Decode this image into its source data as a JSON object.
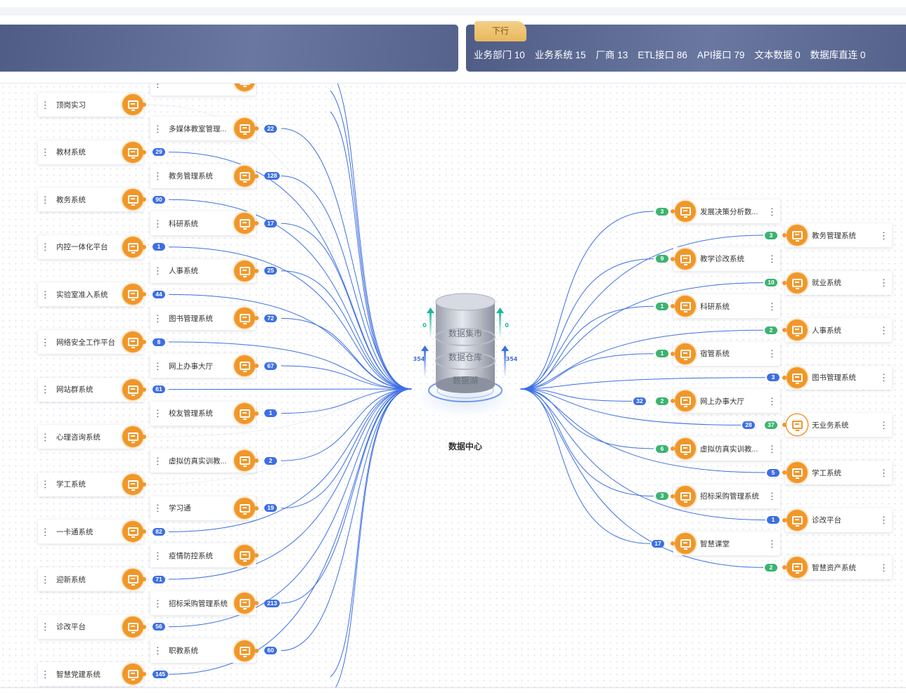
{
  "header": {
    "badge": "下行",
    "stats": [
      {
        "label": "业务部门",
        "value": "10"
      },
      {
        "label": "业务系统",
        "value": "15"
      },
      {
        "label": "厂商",
        "value": "13"
      },
      {
        "label": "ETL接口",
        "value": "86"
      },
      {
        "label": "API接口",
        "value": "79"
      },
      {
        "label": "文本数据",
        "value": "0"
      },
      {
        "label": "数据库直连",
        "value": "0"
      }
    ]
  },
  "center": {
    "label": "数据中心",
    "layers": [
      "数据集市",
      "数据仓库",
      "数据湖"
    ],
    "left_up": "0",
    "right_up": "0",
    "left_in": "354",
    "right_in": "354"
  },
  "left_col1": [
    {
      "name": "顶岗实习",
      "count": ""
    },
    {
      "name": "教材系统",
      "count": "29"
    },
    {
      "name": "教务系统",
      "count": "90"
    },
    {
      "name": "内控一体化平台",
      "count": "1"
    },
    {
      "name": "实验室准入系统",
      "count": "44"
    },
    {
      "name": "网络安全工作平台",
      "count": "8"
    },
    {
      "name": "网站群系统",
      "count": "61"
    },
    {
      "name": "心理咨询系统",
      "count": ""
    },
    {
      "name": "学工系统",
      "count": ""
    },
    {
      "name": "一卡通系统",
      "count": "82"
    },
    {
      "name": "迎新系统",
      "count": "71"
    },
    {
      "name": "诊改平台",
      "count": "56"
    },
    {
      "name": "智慧党建系统",
      "count": "145"
    }
  ],
  "left_col2": [
    {
      "name": "多媒体教室管理...",
      "count": "22"
    },
    {
      "name": "教务管理系统",
      "count": "128"
    },
    {
      "name": "科研系统",
      "count": "17"
    },
    {
      "name": "人事系统",
      "count": "25"
    },
    {
      "name": "图书管理系统",
      "count": "72"
    },
    {
      "name": "网上办事大厅",
      "count": "67"
    },
    {
      "name": "校友管理系统",
      "count": "1"
    },
    {
      "name": "虚拟仿真实训教...",
      "count": "2"
    },
    {
      "name": "学习通",
      "count": "19"
    },
    {
      "name": "疫情防控系统",
      "count": ""
    },
    {
      "name": "招标采购管理系统",
      "count": "213"
    },
    {
      "name": "职教系统",
      "count": "60"
    }
  ],
  "right_col1": [
    {
      "name": "发展决策分析数...",
      "green": "3",
      "blue": ""
    },
    {
      "name": "教学诊改系统",
      "green": "9",
      "blue": ""
    },
    {
      "name": "科研系统",
      "green": "1",
      "blue": ""
    },
    {
      "name": "宿管系统",
      "green": "1",
      "blue": ""
    },
    {
      "name": "网上办事大厅",
      "green": "2",
      "blue": "32"
    },
    {
      "name": "虚拟仿真实训教...",
      "green": "6",
      "blue": ""
    },
    {
      "name": "招标采购管理系统",
      "green": "3",
      "blue": ""
    },
    {
      "name": "智慧课堂",
      "green": "",
      "blue": "17"
    }
  ],
  "right_col2": [
    {
      "name": "教务管理系统",
      "green": "3",
      "blue": ""
    },
    {
      "name": "就业系统",
      "green": "10",
      "blue": ""
    },
    {
      "name": "人事系统",
      "green": "2",
      "blue": ""
    },
    {
      "name": "图书管理系统",
      "green": "",
      "blue": "3"
    },
    {
      "name": "无业务系统",
      "green": "37",
      "blue": "28"
    },
    {
      "name": "学工系统",
      "green": "",
      "blue": "5"
    },
    {
      "name": "诊改平台",
      "green": "",
      "blue": "1"
    },
    {
      "name": "智慧资产系统",
      "green": "2",
      "blue": ""
    }
  ],
  "colors": {
    "accent": "#f0972a",
    "line": "#3d6fe3",
    "green": "#3cb371"
  }
}
